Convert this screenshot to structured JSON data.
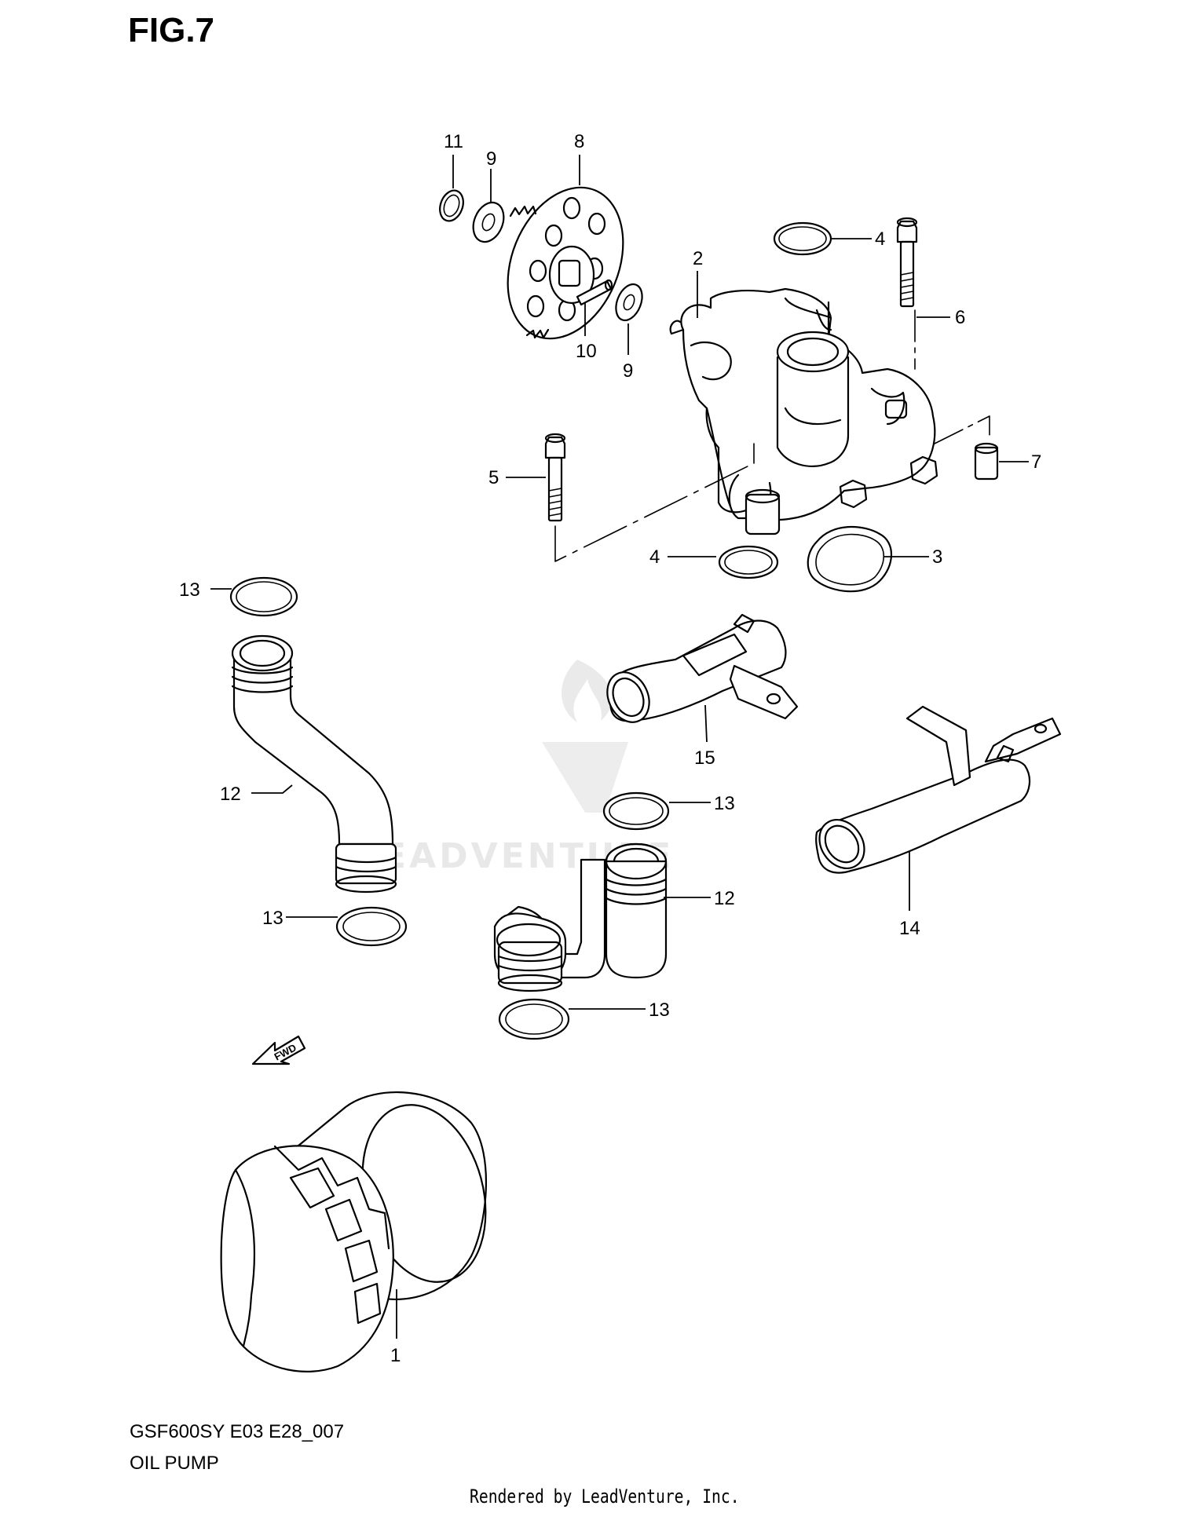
{
  "figure": {
    "title": "FIG.7",
    "model_code": "GSF600SY E03 E28_007",
    "section_name": "OIL PUMP",
    "rendered_by": "Rendered by LeadVenture, Inc."
  },
  "watermark": {
    "text": "LEADVENTURE"
  },
  "arrow_label": "FWD",
  "callouts": {
    "c1": "1",
    "c2": "2",
    "c3": "3",
    "c4a": "4",
    "c4b": "4",
    "c5": "5",
    "c6": "6",
    "c7": "7",
    "c8": "8",
    "c9a": "9",
    "c9b": "9",
    "c10": "10",
    "c11": "11",
    "c12a": "12",
    "c12b": "12",
    "c13a": "13",
    "c13b": "13",
    "c13c": "13",
    "c13d": "13",
    "c14": "14",
    "c15": "15"
  }
}
